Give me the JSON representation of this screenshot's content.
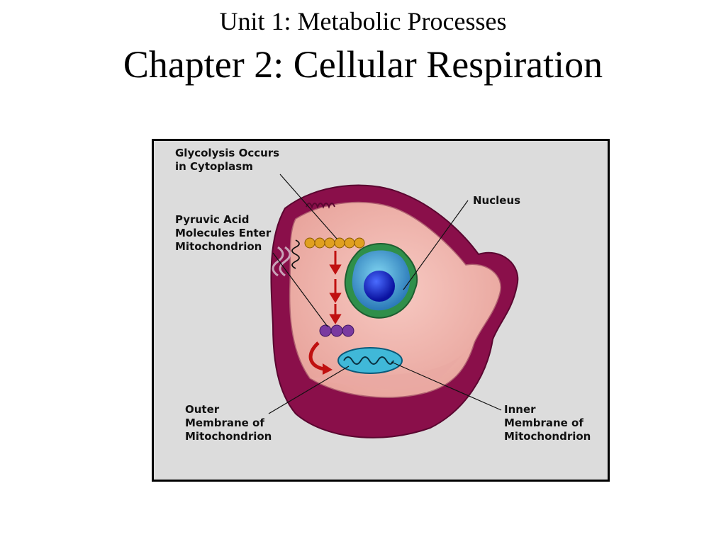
{
  "slide": {
    "unit_title": "Unit 1: Metabolic Processes",
    "chapter_title": "Chapter 2: Cellular Respiration"
  },
  "diagram": {
    "labels": {
      "glycolysis": "Glycolysis Occurs\nin Cytoplasm",
      "pyruvic": "Pyruvic Acid\nMolecules Enter\nMitochondrion",
      "nucleus": "Nucleus",
      "outer_membrane": "Outer\nMembrane of\nMitochondrion",
      "inner_membrane": "Inner\nMembrane of\nMitochondrion"
    },
    "colors": {
      "background": "#dcdcdc",
      "cell_membrane": "#8a0f4a",
      "cytoplasm": "#f2b7b0",
      "nucleus_envelope": "#2f8f4a",
      "nucleus_body": "#3c8fc8",
      "nucleolus": "#1020c0",
      "glucose_beads": "#e0a020",
      "pyruvate_beads": "#7a3aa0",
      "arrows": "#c01010",
      "mitochondrion": "#40b8d8"
    }
  }
}
